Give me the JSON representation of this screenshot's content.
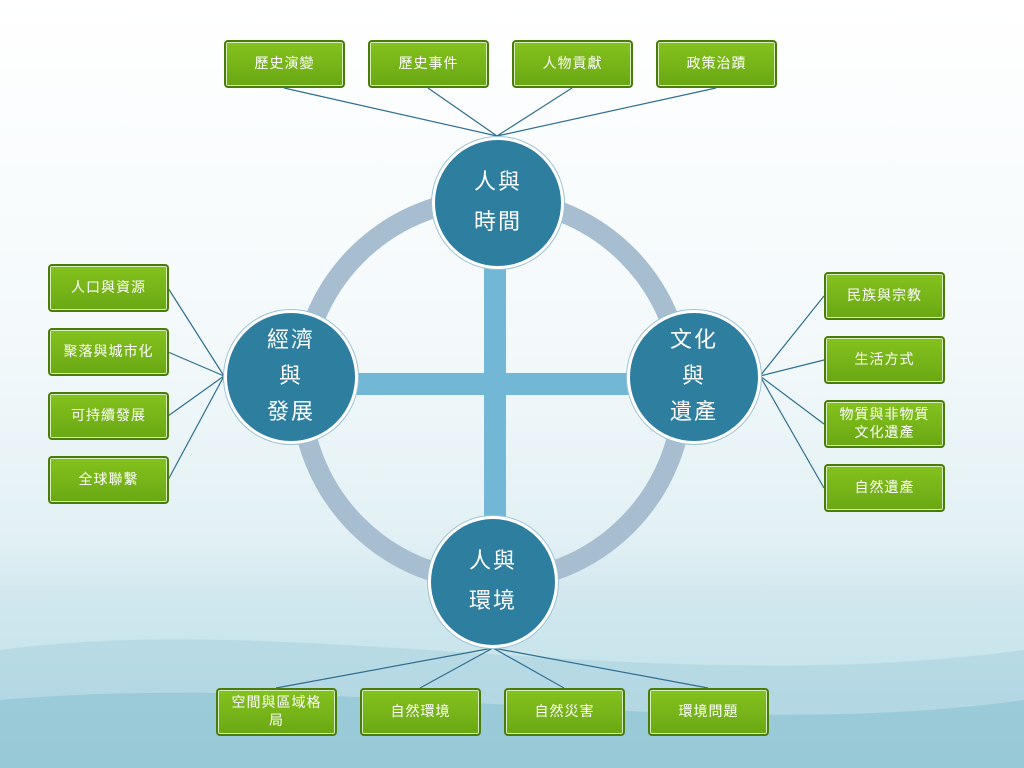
{
  "hubs": {
    "time": "人與\n時間",
    "culture": "文化\n與\n遺產",
    "economy": "經濟\n與\n發展",
    "environment": "人與\n環境"
  },
  "time_items": [
    "歷史演變",
    "歷史事件",
    "人物貢獻",
    "政策治蹟"
  ],
  "economy_items": [
    "人口與資源",
    "聚落與城市化",
    "可持續發展",
    "全球聯繫"
  ],
  "culture_items": [
    "民族與宗教",
    "生活方式",
    "物質與非物質文化遺產",
    "自然遺產"
  ],
  "environment_items": [
    "空間與區域格局",
    "自然環境",
    "自然災害",
    "環境問題"
  ],
  "colors": {
    "hub": "#2e7ea0",
    "ring": "#a7bdd0",
    "cross": "#72b8d6",
    "leaf": "#76b51a",
    "connector": "#2f6f8f"
  }
}
